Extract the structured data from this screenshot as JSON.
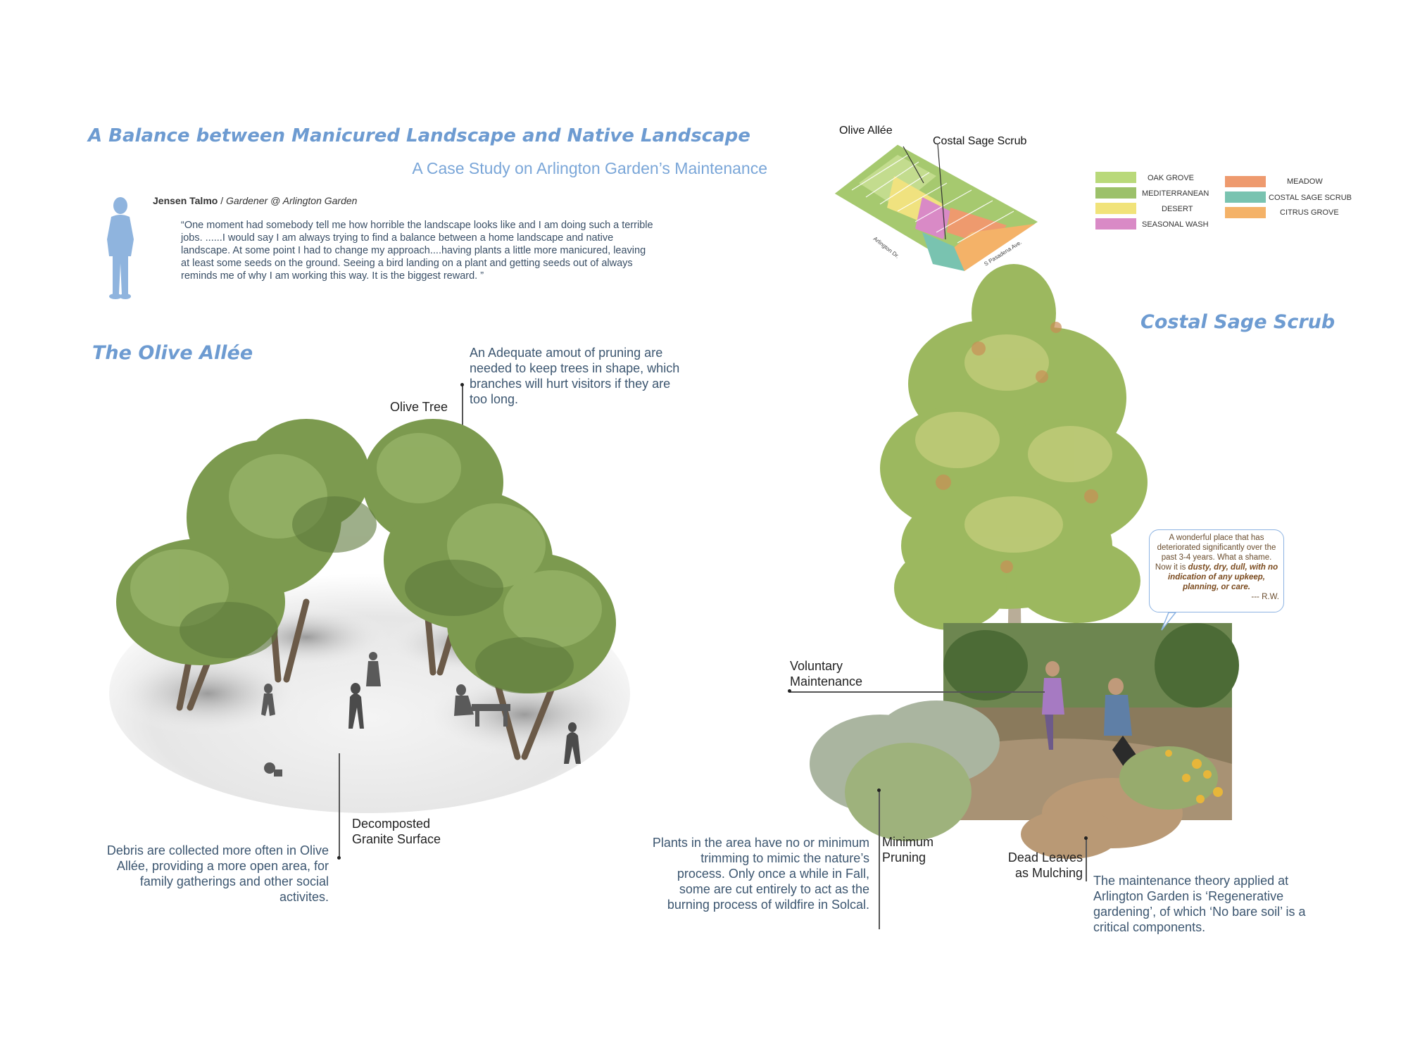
{
  "header": {
    "title": "A Balance between  Manicured Landscape and Native Landscape",
    "subtitle": "A Case Study on Arlington Garden’s Maintenance"
  },
  "interview": {
    "name": "Jensen Talmo",
    "separator": " / ",
    "role": "Gardener @ Arlington Garden",
    "quote": "“One moment had somebody tell me how horrible the landscape looks like and I am doing such a terrible jobs. ......I would say I am always trying to find a balance between a home landscape and native landscape. At some point I had to change my approach....having plants a little more manicured, leaving at least some seeds on the ground. Seeing a bird landing on a plant and getting seeds out of always reminds me of why I am working this way. It is the biggest reward. ”"
  },
  "olive_allee": {
    "heading": "The Olive Allée",
    "pruning_note": "An Adequate amout of pruning are needed to keep trees in shape, which branches will hurt visitors if they are too long.",
    "olive_tree_label": "Olive Tree",
    "surface_label": "Decomposted Granite Surface",
    "debris_note": "Debris are collected more often in Olive Allée, providing a more open area, for family gatherings and other social activites."
  },
  "map": {
    "label_olive": "Olive Allée",
    "label_sage": "Costal Sage Scrub",
    "street_1": "Arlington Dr.",
    "street_2": "S Pasadena Ave.",
    "legend": [
      {
        "label": "OAK GROVE",
        "color": "#b9d97a"
      },
      {
        "label": "MEDITERRANEAN",
        "color": "#9cc16a"
      },
      {
        "label": "DESERT",
        "color": "#f1e37a"
      },
      {
        "label": "SEASONAL WASH",
        "color": "#d98ac6"
      },
      {
        "label": "MEADOW",
        "color": "#ee9a6e"
      },
      {
        "label": "COSTAL SAGE SCRUB",
        "color": "#79c3b0"
      },
      {
        "label": "CITRUS GROVE",
        "color": "#f4b268"
      }
    ]
  },
  "sage_scrub": {
    "heading": "Costal Sage Scrub",
    "review_line1": "A wonderful place that has deteriorated significantly over the past 3-4 years. What a shame. Now it is",
    "review_emph": "dusty, dry, dull, with no indication of any upkeep, planning, or care.",
    "review_author": "--- R.W.",
    "voluntary_label": "Voluntary Maintenance",
    "min_pruning_label": "Minimum Pruning",
    "dead_leaves_label": "Dead Leaves as Mulching",
    "plants_note": "Plants in the area have no or minimum trimming to mimic the nature’s process. Only once a while in Fall, some are cut entirely to act as the burning process of wildfire in Solcal.",
    "theory_note": "The maintenance theory applied at Arlington Garden is ‘Regenerative gardening’, of which ‘No bare soil’ is a critical components."
  }
}
